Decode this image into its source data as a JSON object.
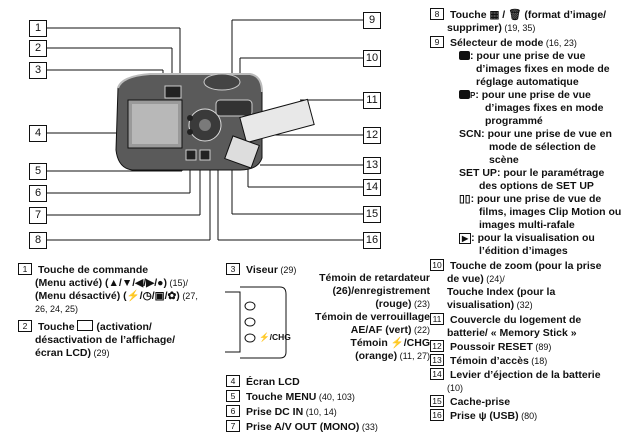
{
  "callouts": {
    "c1": "1",
    "c2": "2",
    "c3": "3",
    "c4": "4",
    "c5": "5",
    "c6": "6",
    "c7": "7",
    "c8": "8",
    "c9": "9",
    "c10": "10",
    "c11": "11",
    "c12": "12",
    "c13": "13",
    "c14": "14",
    "c15": "15",
    "c16": "16"
  },
  "left": {
    "i1": {
      "n": "1",
      "t1": "Touche de commande",
      "t2": "(Menu activé) (▲/▼/◀/▶/●)",
      "p2": " (15)/",
      "t3": "(Menu désactivé) (⚡/◷/▣/✿)",
      "p3": " (27,",
      "t4": "26, 24, 25)"
    },
    "i2": {
      "n": "2",
      "t1": "Touche",
      "t1b": "(activation/",
      "t2": "désactivation de l’affichage/",
      "t3": "écran LCD)",
      "p3": " (29)"
    }
  },
  "viseur": {
    "n": "3",
    "title": "Viseur",
    "page": " (29)",
    "l1": "Témoin de retardateur",
    "l2": "(26)/enregistrement",
    "l3": "(rouge)",
    "l3p": " (23)",
    "l4": "Témoin de verrouillage",
    "l5": "AE/AF (vert)",
    "l5p": " (22)",
    "l6": "Témoin ⚡/CHG",
    "l7": "(orange)",
    "l7p": " (11, 27)",
    "chg": "⚡/CHG"
  },
  "bottom": [
    {
      "n": "4",
      "t": "Écran LCD",
      "p": ""
    },
    {
      "n": "5",
      "t": "Touche MENU",
      "p": " (40, 103)"
    },
    {
      "n": "6",
      "t": "Prise DC IN",
      "p": " (10, 14)"
    },
    {
      "n": "7",
      "t": "Prise A/V OUT (MONO)",
      "p": " (33)"
    }
  ],
  "right": {
    "i8": {
      "n": "8",
      "t1": "Touche ▦ / 🗑 (format d’image/",
      "t2": "supprimer)",
      "p2": " (19, 35)"
    },
    "i9": {
      "n": "9",
      "t1": "Sélecteur de mode",
      "p1": " (16, 23)"
    },
    "m1": {
      "k": "",
      "t1": ": pour une prise de vue",
      "t2": "d’images fixes en mode de",
      "t3": "réglage automatique"
    },
    "m2": {
      "k": "P",
      "t1": ": pour une prise de vue",
      "t2": "d’images fixes en mode",
      "t3": "programmé"
    },
    "m3": {
      "k": "SCN",
      "t1": ": pour une prise de vue en",
      "t2": "mode de sélection de",
      "t3": "scène"
    },
    "m4": {
      "k": "SET UP",
      "t1": ": pour le paramétrage",
      "t2": "des options de SET UP"
    },
    "m5": {
      "k": "▯▯",
      "t1": ": pour une prise de vue de",
      "t2": "films, images Clip Motion ou",
      "t3": "images multi-rafale"
    },
    "m6": {
      "k": "▶",
      "t1": ": pour la visualisation ou",
      "t2": "l’édition d’images"
    },
    "i10": {
      "n": "10",
      "t1": "Touche de zoom (pour la prise",
      "t2": "de vue)",
      "p2": " (24)/",
      "t3": "Touche Index (pour la",
      "t4": "visualisation)",
      "p4": " (32)"
    },
    "i11": {
      "n": "11",
      "t1": "Couvercle du logement de",
      "t2": "batterie/ « Memory Stick »"
    },
    "i12": {
      "n": "12",
      "t1": "Poussoir RESET",
      "p1": " (89)"
    },
    "i13": {
      "n": "13",
      "t1": "Témoin d’accès",
      "p1": " (18)"
    },
    "i14": {
      "n": "14",
      "t1": "Levier d’éjection de la batterie",
      "p2": "(10)"
    },
    "i15": {
      "n": "15",
      "t1": "Cache-prise"
    },
    "i16": {
      "n": "16",
      "t1": "Prise ψ (USB)",
      "p1": " (80)"
    }
  }
}
